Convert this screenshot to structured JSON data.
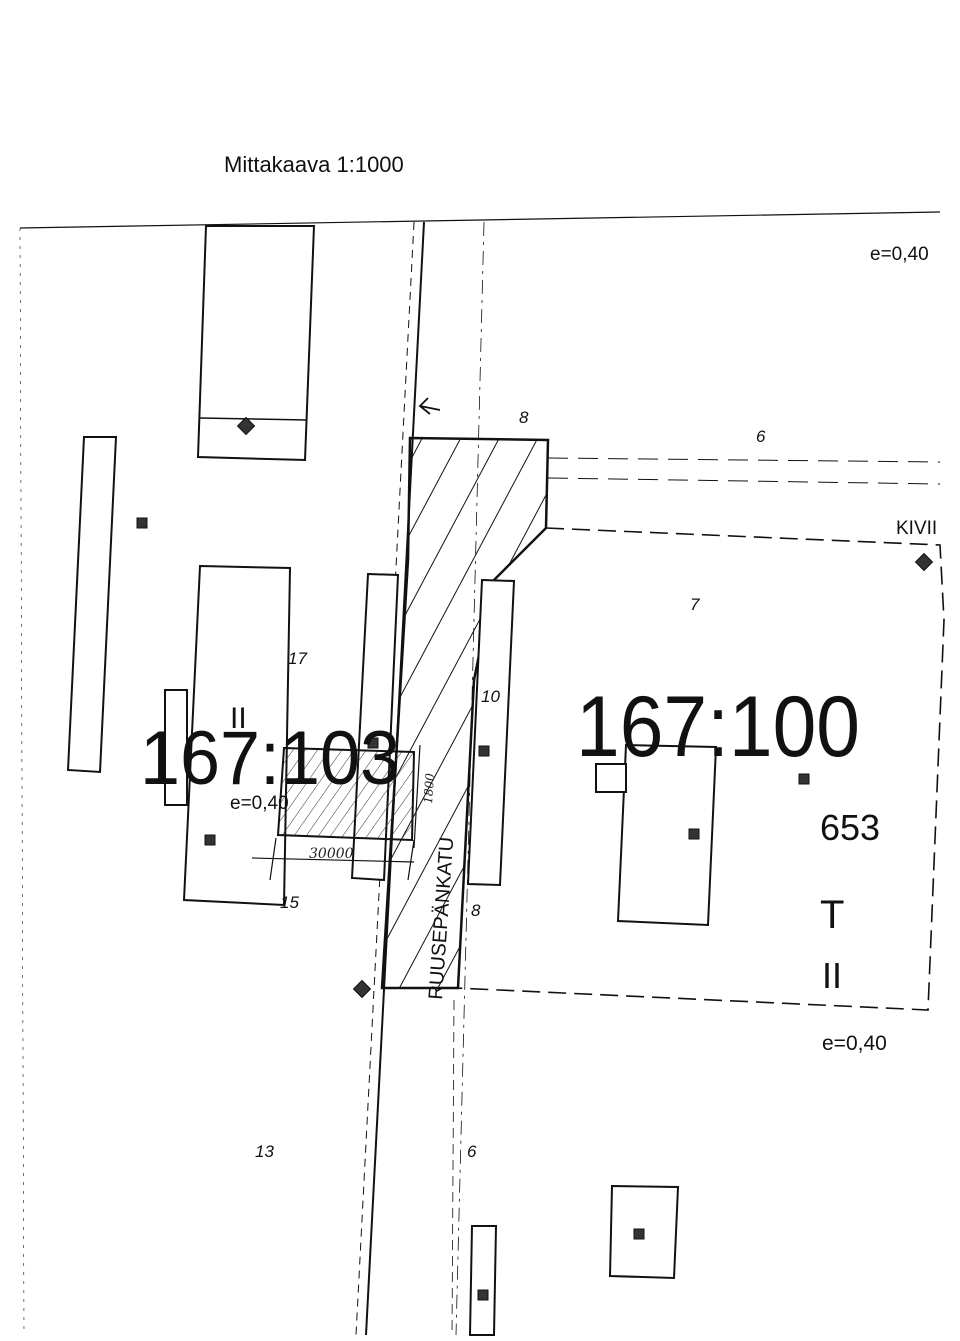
{
  "scale_label": "Mittakaava 1:1000",
  "parcels": {
    "west": "167:103",
    "east": "167:100"
  },
  "block_number": "653",
  "usage_code": "T",
  "floors": {
    "west": "II",
    "east": "II"
  },
  "efficiency": {
    "top_right": "e=0,40",
    "west": "e=0,40",
    "bottom_right": "e=0,40"
  },
  "street_name": "RUUSEPÄNKATU",
  "kivi_label": "KIVII",
  "lot_numbers": {
    "n8_top": "8",
    "n6_top": "6",
    "n7": "7",
    "n17": "17",
    "n10": "10",
    "n15": "15",
    "n8_mid": "8",
    "n13": "13",
    "n6_bottom": "6"
  },
  "handwritten": {
    "width": "30000",
    "height": "1800"
  },
  "colors": {
    "ink": "#111111",
    "paper": "#ffffff"
  }
}
